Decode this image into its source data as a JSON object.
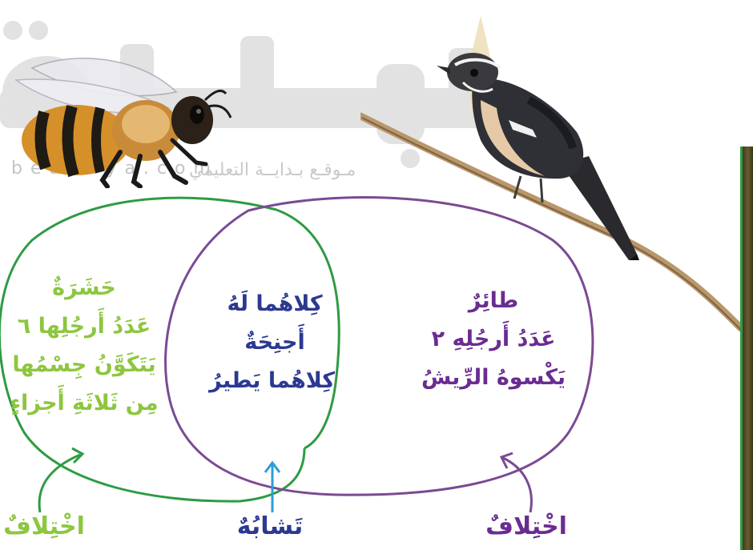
{
  "watermark": {
    "arabic_line": "مـوقـع بـدايــة التعليمي",
    "latin": "beadaya.com"
  },
  "left_circle": {
    "lines": [
      "حَشَرَةٌ",
      "عَدَدُ أَرجُلِها ٦",
      "يَتَكَوَّنُ جِسْمُها",
      "مِن ثَلاثَةِ أَجزاءٍ"
    ],
    "color": "#8dc63f"
  },
  "middle": {
    "lines": [
      "كِلاهُما لَهُ",
      "أَجنِحَةٌ",
      "كِلاهُما يَطيرُ"
    ],
    "color": "#2b3990"
  },
  "right_circle": {
    "lines": [
      "طائِرٌ",
      "عَدَدُ أَرجُلِهِ ٢",
      "يَكْسوهُ الرِّيشُ"
    ],
    "color": "#6a2c91"
  },
  "labels": {
    "left": "اخْتِلافٌ",
    "middle": "تَشابُهٌ",
    "right": "اخْتِلافٌ"
  },
  "images": {
    "left": "bee-illustration",
    "right": "bird-on-branch-photo"
  }
}
